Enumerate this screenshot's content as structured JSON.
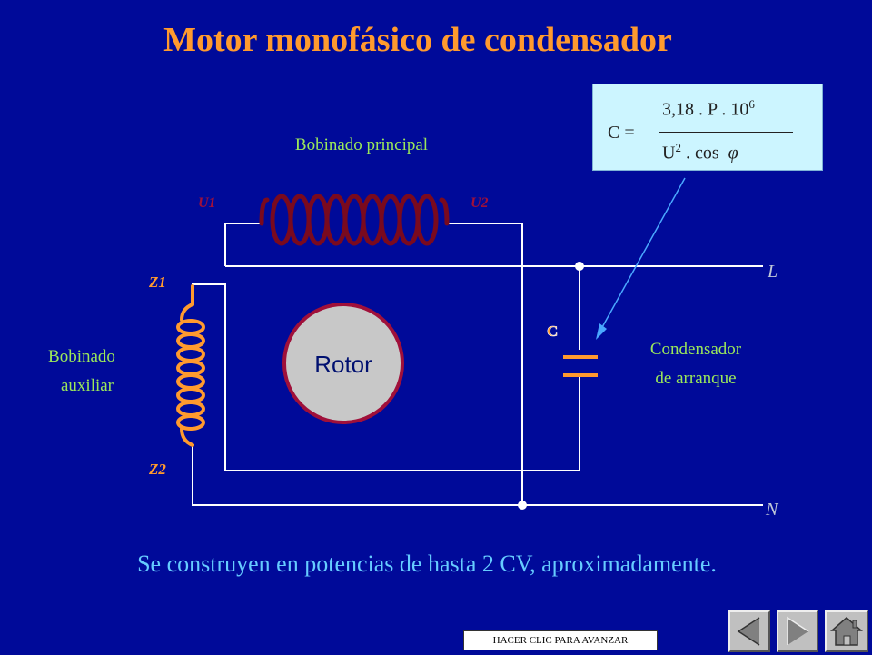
{
  "title": "Motor monofásico de condensador",
  "labels": {
    "main_winding": "Bobinado principal",
    "aux_winding_line1": "Bobinado",
    "aux_winding_line2": "auxiliar",
    "u1": "U1",
    "u2": "U2",
    "z1": "Z1",
    "z2": "Z2",
    "line_l": "L",
    "line_n": "N",
    "rotor": "Rotor",
    "capacitor_symbol": "C",
    "capacitor_desc_line1": "Condensador",
    "capacitor_desc_line2": "de arranque"
  },
  "formula": {
    "lhs": "C =",
    "numerator_base": "3,18 . P . 10",
    "numerator_exp": "6",
    "denominator_base": "U",
    "denominator_exp": "2",
    "denominator_rest": ". cos",
    "phi": "φ"
  },
  "footer": "Se construyen en potencias de hasta 2 CV, aproximadamente.",
  "nav": {
    "advance_label": "HACER CLIC PARA AVANZAR"
  },
  "colors": {
    "background": "#000a99",
    "title": "#ff9a2e",
    "main_coil": "#7a0a1e",
    "aux_coil": "#ff9a2e",
    "label_green": "#9be85a",
    "wire": "#ffffff",
    "rotor_fill": "#c8c8c8",
    "rotor_edge": "#a0103a",
    "footer_text": "#66ccff"
  }
}
